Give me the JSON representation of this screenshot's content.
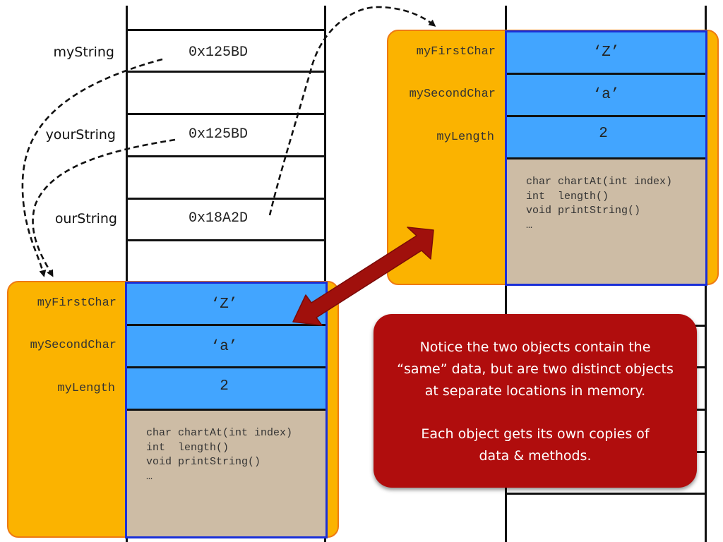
{
  "stack": {
    "vars": [
      {
        "name": "myString",
        "value": "0x125BD"
      },
      {
        "name": "yourString",
        "value": "0x125BD"
      },
      {
        "name": "ourString",
        "value": "0x18A2D"
      }
    ]
  },
  "object_a": {
    "fields": [
      {
        "name": "myFirstChar",
        "value": "‘Z’"
      },
      {
        "name": "mySecondChar",
        "value": "‘a’"
      },
      {
        "name": "myLength",
        "value": "2"
      }
    ],
    "methods": "char chartAt(int index)\nint  length()\nvoid printString()\n…"
  },
  "object_b": {
    "fields": [
      {
        "name": "myFirstChar",
        "value": "‘Z’"
      },
      {
        "name": "mySecondChar",
        "value": "‘a’"
      },
      {
        "name": "myLength",
        "value": "2"
      }
    ],
    "methods": "char chartAt(int index)\nint  length()\nvoid printString()\n…"
  },
  "note": {
    "line1": "Notice the two objects contain the",
    "line2": "“same” data, but are two distinct objects",
    "line3": "at separate locations in memory.",
    "line4": "Each object gets its own copies of",
    "line5": "data & methods."
  },
  "colors": {
    "object_bg": "#fbb300",
    "object_border": "#ee7a12",
    "field_cell": "#42a5ff",
    "field_border": "#1a2fd8",
    "method_cell": "#cdbca5",
    "note_bg": "#b00d0d",
    "arrow": "#a0100c"
  }
}
